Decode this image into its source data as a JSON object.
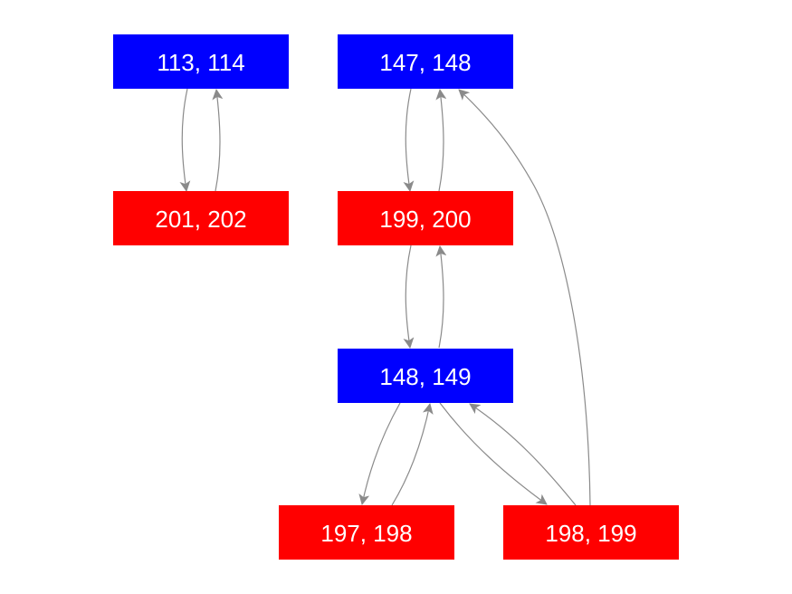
{
  "colors": {
    "blue_node": "#0000ff",
    "red_node": "#ff0000",
    "edge": "#8a8a8a",
    "label": "#ffffff",
    "background": "#ffffff"
  },
  "nodes": [
    {
      "id": "n113",
      "label": "113, 114",
      "color": "blue"
    },
    {
      "id": "n147",
      "label": "147, 148",
      "color": "blue"
    },
    {
      "id": "n201",
      "label": "201, 202",
      "color": "red"
    },
    {
      "id": "n199",
      "label": "199, 200",
      "color": "red"
    },
    {
      "id": "n148",
      "label": "148, 149",
      "color": "blue"
    },
    {
      "id": "n197",
      "label": "197, 198",
      "color": "red"
    },
    {
      "id": "n198",
      "label": "198, 199",
      "color": "red"
    }
  ],
  "edges": [
    {
      "from": "n113",
      "to": "n201"
    },
    {
      "from": "n201",
      "to": "n113"
    },
    {
      "from": "n147",
      "to": "n199"
    },
    {
      "from": "n199",
      "to": "n147"
    },
    {
      "from": "n199",
      "to": "n148"
    },
    {
      "from": "n148",
      "to": "n199"
    },
    {
      "from": "n148",
      "to": "n197"
    },
    {
      "from": "n197",
      "to": "n148"
    },
    {
      "from": "n148",
      "to": "n198"
    },
    {
      "from": "n198",
      "to": "n148"
    },
    {
      "from": "n198",
      "to": "n147"
    }
  ]
}
